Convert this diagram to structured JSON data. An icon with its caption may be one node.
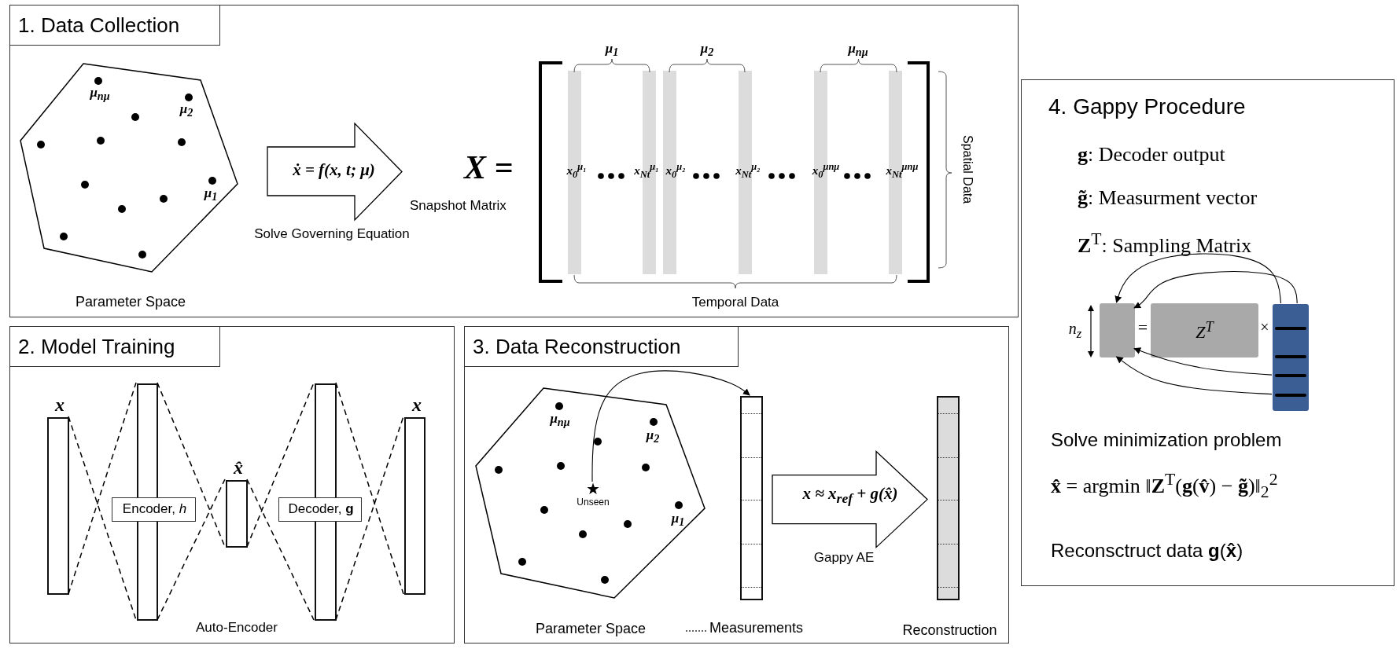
{
  "diagram": {
    "nodes": [
      {
        "text": [
          "1. Data Collection"
        ]
      },
      {
        "text": [],
        "shape": "polygon",
        "in": 0,
        "beside": [
          "Parameter Space"
        ]
      },
      {
        "text": [
          "ẋ = f(x, t; μ)"
        ],
        "in": 0,
        "beside": [
          "Solve Governing Equation"
        ]
      },
      {
        "text": [
          "2. Model Training",
          "Auto-Encoder"
        ]
      },
      {
        "text": [],
        "shape": "bar",
        "in": 3,
        "beside": [
          "x"
        ]
      },
      {
        "text": [],
        "shape": "bar",
        "in": 3
      },
      {
        "text": [],
        "shape": "bar",
        "in": 3,
        "beside": [
          "x̂"
        ]
      },
      {
        "text": [],
        "shape": "bar",
        "in": 3
      },
      {
        "text": [],
        "shape": "bar",
        "in": 3,
        "beside": [
          "x"
        ]
      },
      {
        "text": [
          "Encoder, *h*"
        ],
        "in": 3
      },
      {
        "text": [
          "Decoder, **g**"
        ],
        "in": 3
      },
      {
        "text": [
          "3. Data Reconstruction"
        ]
      },
      {
        "text": [],
        "shape": "polygon",
        "in": 11,
        "beside": [
          "Parameter Space"
        ]
      },
      {
        "text": [],
        "shape": "star",
        "in": 12,
        "beside": [
          "Unseen"
        ]
      },
      {
        "text": [],
        "shape": "bar",
        "in": 11
      },
      {
        "text": [],
        "shape": "bar",
        "in": 11,
        "beside": [
          "Reconstruction"
        ]
      },
      {
        "text": [
          "4. Gappy Procedure",
          "**g**: Decoder output",
          "**g̃**: Measurment vector",
          "**Z**$^{T}$: Sampling Matrix",
          "Solve minimization problem",
          "**x̂** = argmin ‖**Z**$^{T}$(**g**(**v̂**) − **g̃**)‖$_{2}$$^{2}$",
          "Reconsctruct data **g**(**x̂**)"
        ]
      },
      {
        "text": [],
        "shape": "box",
        "in": 16
      },
      {
        "text": [
          "Z$^{T}$"
        ],
        "in": 16
      },
      {
        "text": [],
        "shape": "bar",
        "in": 16
      }
    ],
    "edges": [
      {
        "from": 4,
        "to": 5,
        "arrow": "none",
        "style": "dashed"
      },
      {
        "from": 4,
        "to": 5,
        "arrow": "none",
        "style": "dashed"
      },
      {
        "from": 5,
        "to": 6,
        "arrow": "none",
        "style": "dashed"
      },
      {
        "from": 5,
        "to": 6,
        "arrow": "none",
        "style": "dashed"
      },
      {
        "from": 6,
        "to": 7,
        "arrow": "none",
        "style": "dashed"
      },
      {
        "from": 6,
        "to": 7,
        "arrow": "none",
        "style": "dashed"
      },
      {
        "from": 7,
        "to": 8,
        "arrow": "none",
        "style": "dashed"
      },
      {
        "from": 7,
        "to": 8,
        "arrow": "none",
        "style": "dashed"
      },
      {
        "from": 13,
        "to": 14,
        "arrow": "to"
      },
      {
        "from": 19,
        "to": 17,
        "arrow": "to"
      },
      {
        "from": 19,
        "to": 17,
        "arrow": "to"
      },
      {
        "from": 19,
        "to": 17,
        "arrow": "to"
      },
      {
        "from": 19,
        "to": 17,
        "arrow": "to"
      },
      {
        "from": 14,
        "to": 15,
        "arrow": "to",
        "label": "x ≈ x$_{ref}$ + g(x̂)"
      }
    ],
    "labels": [
      "μ$_{nμ}$",
      "μ$_{2}$",
      "μ$_{1}$",
      "X =",
      "Snapshot Matrix",
      "μ$_{1}$",
      "μ$_{2}$",
      "μ$_{nμ}$",
      "x$_{0}$$^{μ₁}$",
      "x$_{Nt}$$^{μ₁}$",
      "x$_{0}$$^{μ₂}$",
      "x$_{Nt}$$^{μ₂}$",
      "x$_{0}$$^{μnμ}$",
      "x$_{Nt}$$^{μnμ}$",
      "Spatial Data",
      "Temporal Data",
      "μ$_{nμ}$",
      "μ$_{2}$",
      "μ$_{1}$",
      "Gappy AE",
      "n$_{z}$",
      "=",
      "×"
    ],
    "legend": [
      {
        "text": "Measurements"
      }
    ]
  }
}
